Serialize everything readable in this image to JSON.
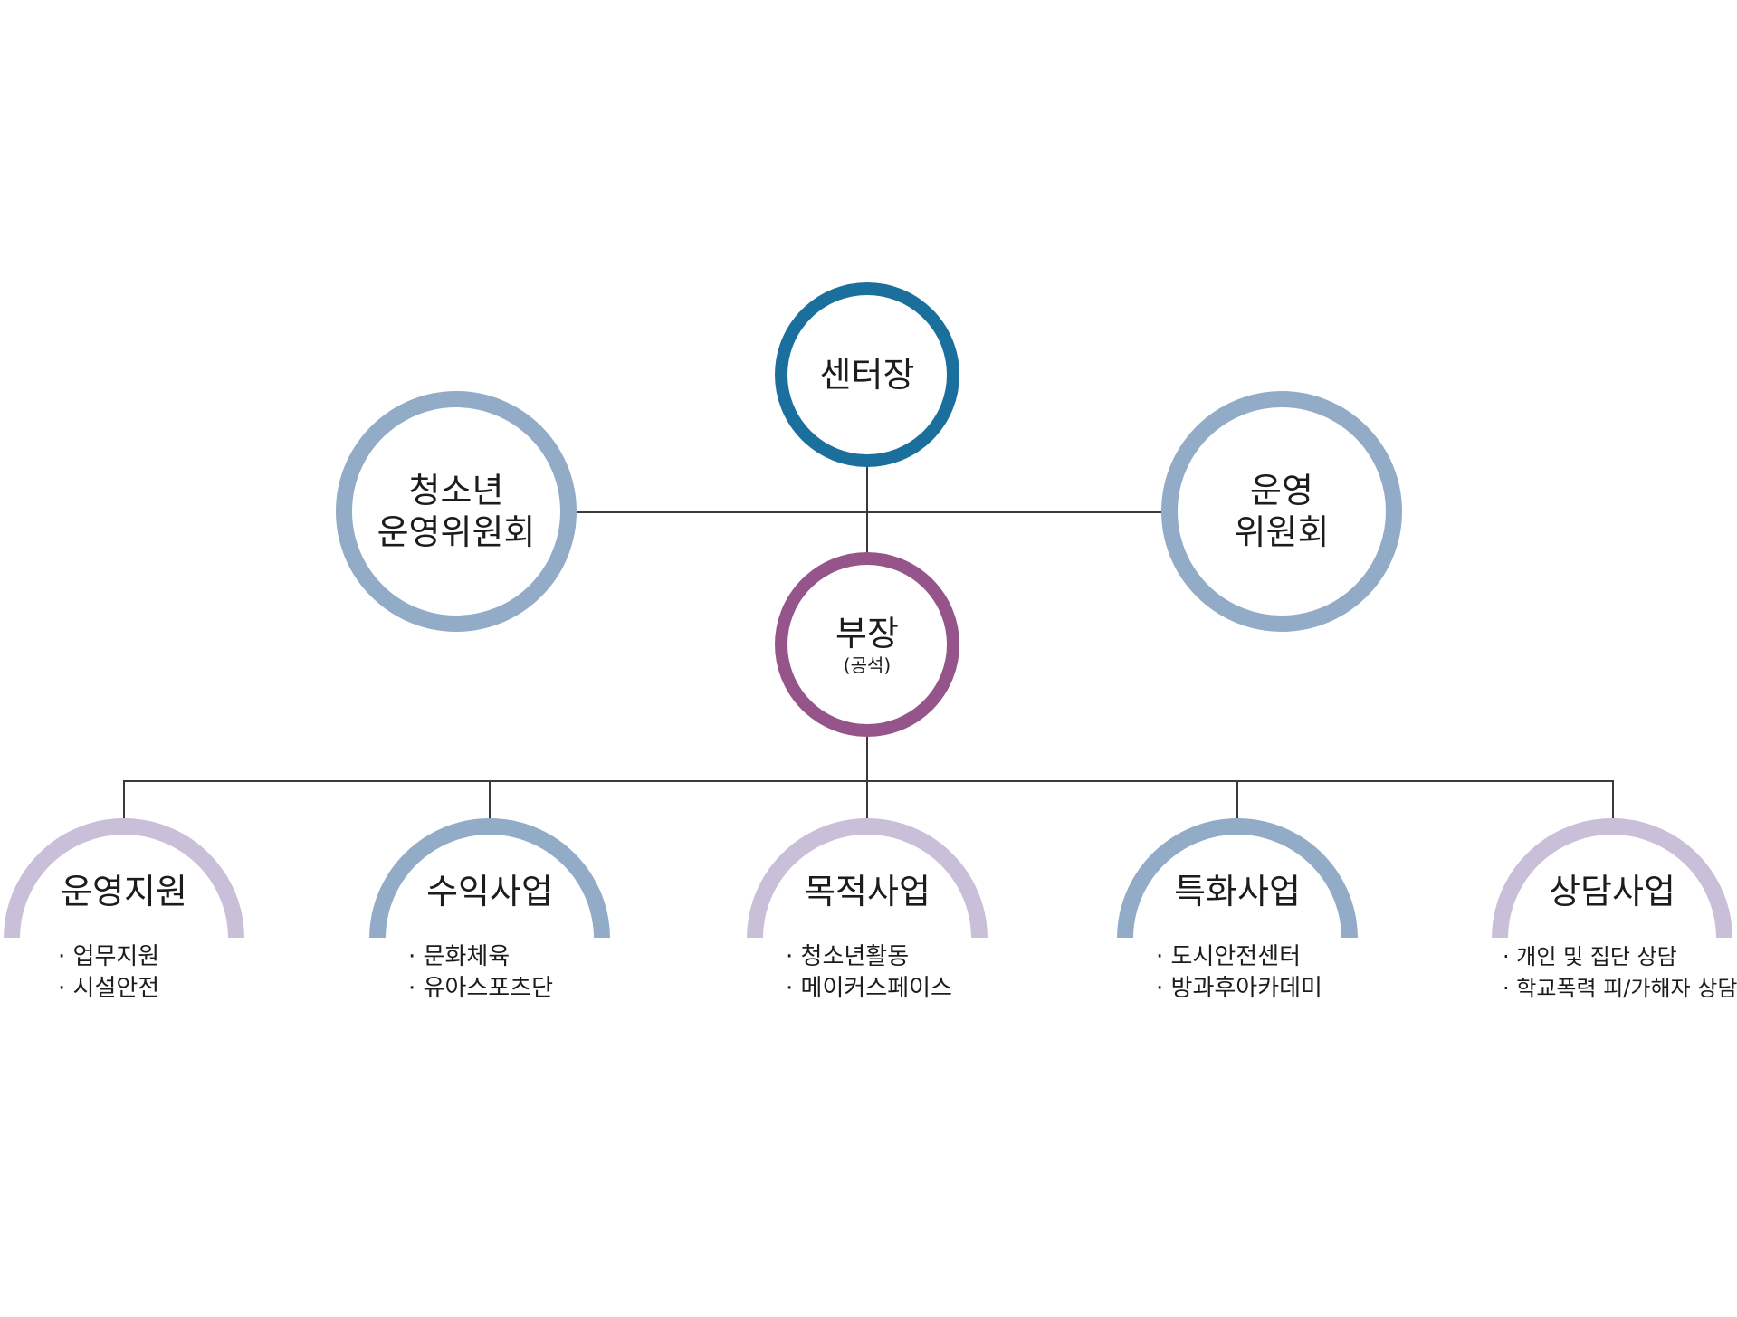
{
  "colors": {
    "director": "#1b6f9c",
    "deputy": "#96558a",
    "committee": "#92abc7",
    "lavender": "#c9bfd8",
    "blue": "#92abc7",
    "line": "#3a3a3a"
  },
  "director": {
    "label": "센터장"
  },
  "youth_committee": {
    "line1": "청소년",
    "line2": "운영위원회"
  },
  "operating_committee": {
    "line1": "운영",
    "line2": "위원회"
  },
  "deputy": {
    "label": "부장",
    "sub": "(공석)"
  },
  "departments": [
    {
      "title": "운영지원",
      "color": "lavender",
      "items": [
        "업무지원",
        "시설안전"
      ]
    },
    {
      "title": "수익사업",
      "color": "blue",
      "items": [
        "문화체육",
        "유아스포츠단"
      ]
    },
    {
      "title": "목적사업",
      "color": "lavender",
      "items": [
        "청소년활동",
        "메이커스페이스"
      ]
    },
    {
      "title": "특화사업",
      "color": "blue",
      "items": [
        "도시안전센터",
        "방과후아카데미"
      ]
    },
    {
      "title": "상담사업",
      "color": "lavender",
      "items": [
        "개인 및 집단 상담",
        "학교폭력 피/가해자 상담"
      ]
    }
  ]
}
